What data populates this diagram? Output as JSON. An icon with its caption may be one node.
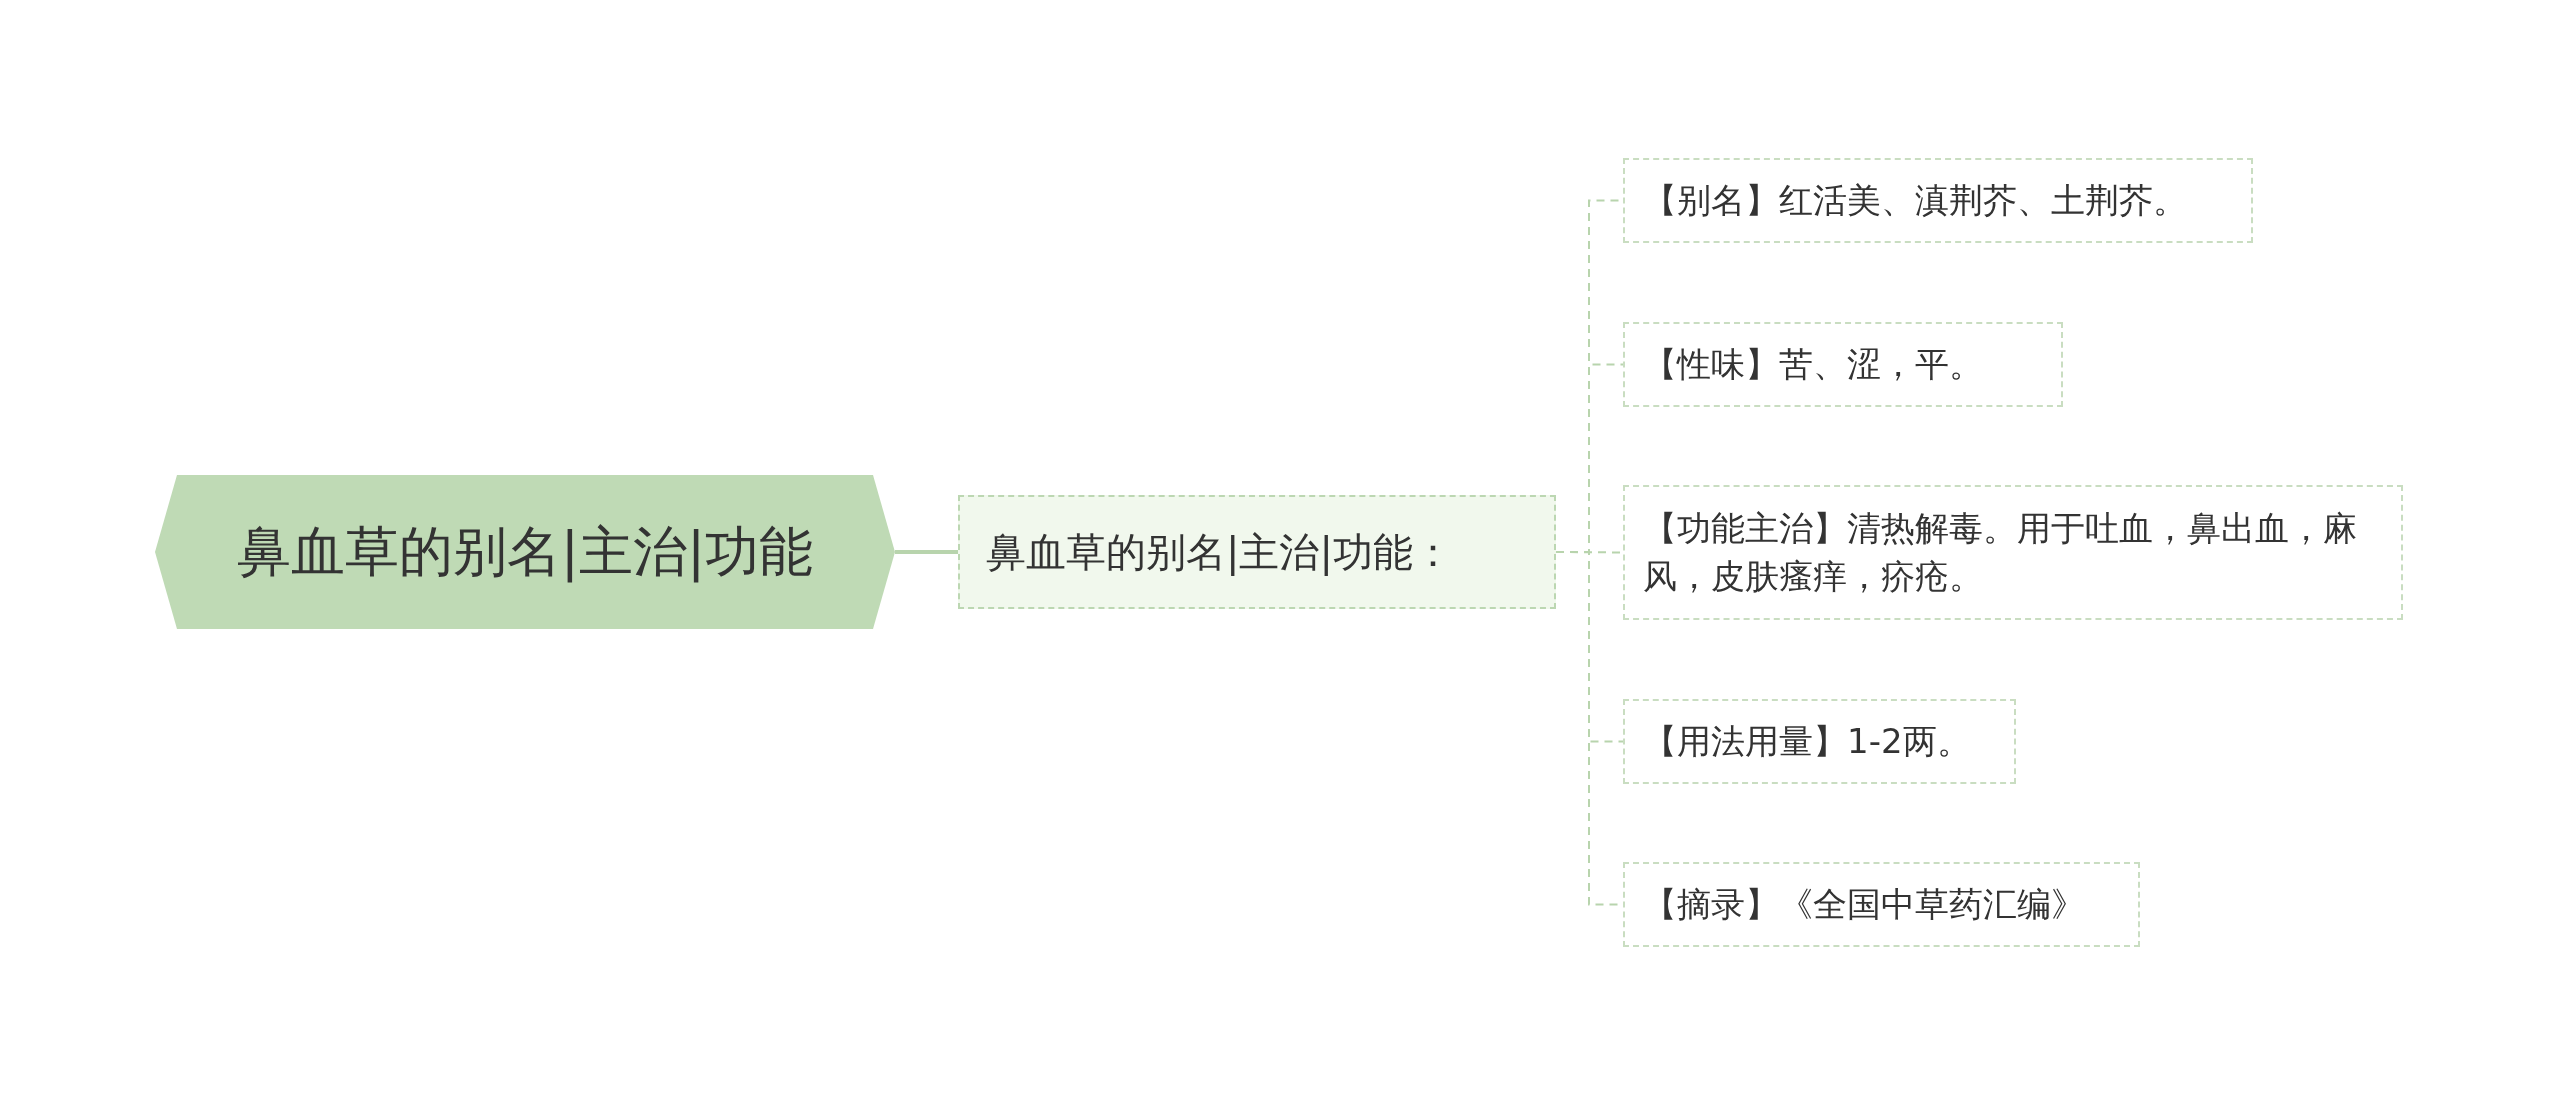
{
  "diagram": {
    "nodes": [
      {
        "text": [
          "鼻血草的别名|主治|功能"
        ]
      },
      {
        "text": [
          "鼻血草的别名|主治|功能："
        ]
      },
      {
        "text": [
          "【别名】红活美、滇荆芥、土荆芥。"
        ]
      },
      {
        "text": [
          "【性味】苦、涩，平。"
        ]
      },
      {
        "text": [
          "【功能主治】清热解毒。用于吐血，鼻出血，麻风，皮肤瘙痒，疥疮。"
        ]
      },
      {
        "text": [
          "【用法用量】1-2两。"
        ]
      },
      {
        "text": [
          "【摘录】《全国中草药汇编》"
        ]
      }
    ],
    "edges": [
      {
        "from": 0,
        "to": 1,
        "arrow": "none"
      },
      {
        "from": 1,
        "to": 2,
        "arrow": "none",
        "style": "dashed"
      },
      {
        "from": 1,
        "to": 3,
        "arrow": "none",
        "style": "dashed"
      },
      {
        "from": 1,
        "to": 4,
        "arrow": "none",
        "style": "dashed"
      },
      {
        "from": 1,
        "to": 5,
        "arrow": "none",
        "style": "dashed"
      },
      {
        "from": 1,
        "to": 6,
        "arrow": "none",
        "style": "dashed"
      }
    ]
  }
}
